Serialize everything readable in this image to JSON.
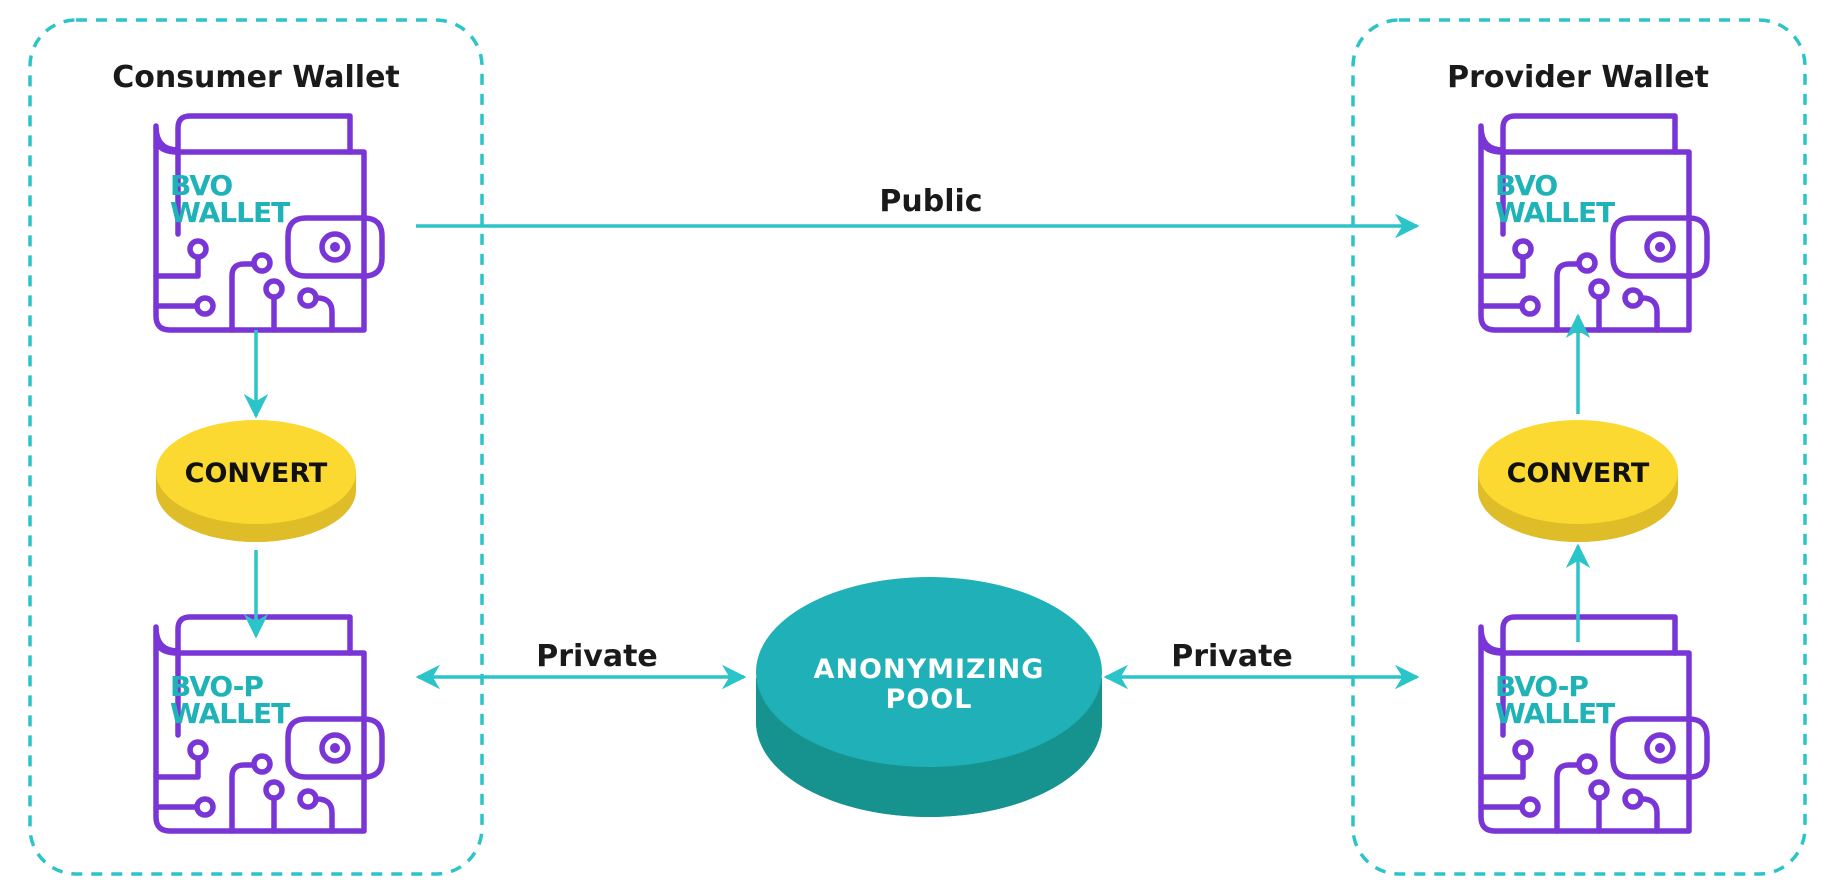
{
  "colors": {
    "teal": "#2bc4c9",
    "purple": "#7a35d6",
    "wallet_text": "#1fb3b8",
    "coin_top": "#fbd930",
    "coin_side": "#dfbd28",
    "pool_top": "#1fb0b8",
    "pool_side": "#17938f",
    "border_dash": "#2bc4c9"
  },
  "groups": {
    "consumer": {
      "title": "Consumer Wallet"
    },
    "provider": {
      "title": "Provider Wallet"
    }
  },
  "wallets": {
    "consumer_public": {
      "line1": "BVO",
      "line2": "WALLET",
      "icon": "wallet-circuit-icon"
    },
    "consumer_private": {
      "line1": "BVO-P",
      "line2": "WALLET",
      "icon": "wallet-circuit-icon"
    },
    "provider_public": {
      "line1": "BVO",
      "line2": "WALLET",
      "icon": "wallet-circuit-icon"
    },
    "provider_private": {
      "line1": "BVO-P",
      "line2": "WALLET",
      "icon": "wallet-circuit-icon"
    }
  },
  "nodes": {
    "consumer_convert": "CONVERT",
    "provider_convert": "CONVERT",
    "pool_line1": "ANONYMIZING",
    "pool_line2": "POOL"
  },
  "edges": {
    "public": "Public",
    "private_left": "Private",
    "private_right": "Private"
  }
}
